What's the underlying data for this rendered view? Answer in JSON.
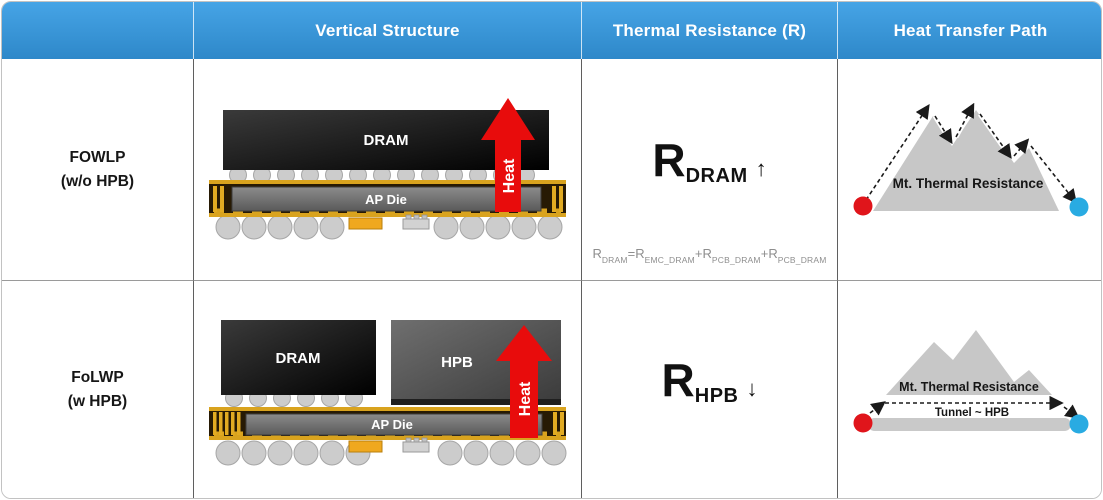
{
  "header": {
    "corner": "",
    "vertical_structure": "Vertical Structure",
    "thermal_resistance": "Thermal Resistance (R)",
    "heat_transfer_path": "Heat Transfer Path"
  },
  "row1": {
    "label_line1": "FOWLP",
    "label_line2": "(w/o HPB)",
    "structure": {
      "dram_label": "DRAM",
      "ap_die_label": "AP Die",
      "heat_label": "Heat"
    },
    "resistance": {
      "symbol": "R",
      "subscript": "DRAM",
      "trend_arrow": "↑",
      "formula": {
        "r1": "R",
        "s1": "DRAM",
        "op1": "=",
        "r2": "R",
        "s2": "EMC_DRAM",
        "op2": "+",
        "r3": "R",
        "s3": "PCB_DRAM",
        "op3": "+",
        "r4": "R",
        "s4": "PCB_DRAM"
      }
    },
    "path": {
      "mountain_label": "Mt. Thermal Resistance"
    }
  },
  "row2": {
    "label_line1": "FoLWP",
    "label_line2": "(w HPB)",
    "structure": {
      "dram_label": "DRAM",
      "hpb_label": "HPB",
      "ap_die_label": "AP Die",
      "heat_label": "Heat"
    },
    "resistance": {
      "symbol": "R",
      "subscript": "HPB",
      "trend_arrow": "↓"
    },
    "path": {
      "mountain_label": "Mt. Thermal Resistance",
      "tunnel_label": "Tunnel ~ HPB"
    }
  },
  "colors": {
    "header_blue": "#3B9BDC",
    "heat_red": "#E80C0C",
    "hot_dot": "#E0151B",
    "cold_dot": "#29ABE2",
    "mountain_gray": "#C7C7C7",
    "gold": "#D9A31E"
  }
}
